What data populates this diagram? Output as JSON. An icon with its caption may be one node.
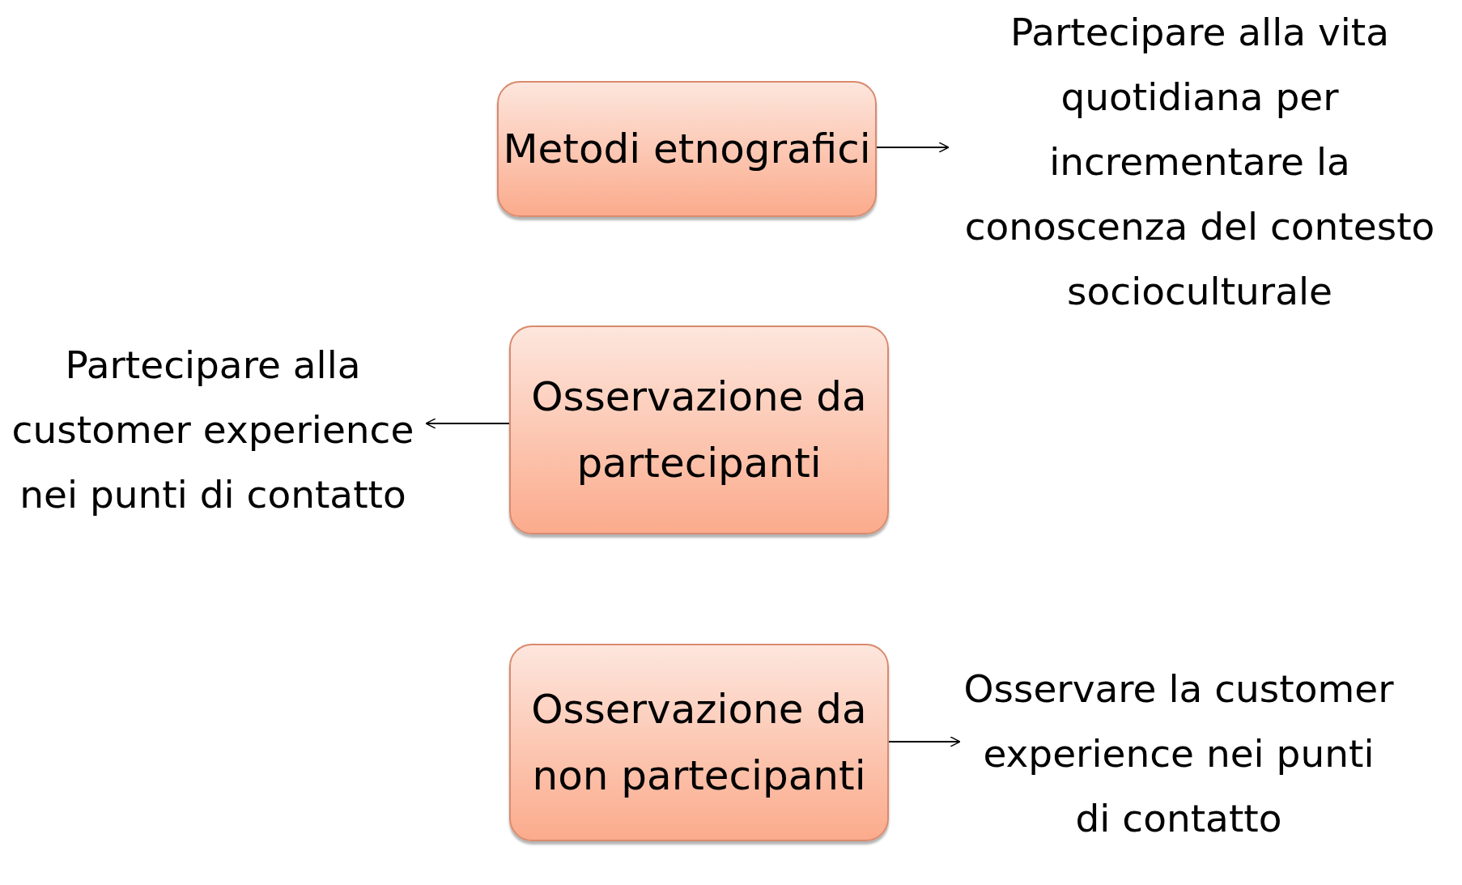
{
  "diagram": {
    "nodes": [
      {
        "text": [
          "Metodi etnografici"
        ]
      },
      {
        "text": [
          "Partecipare alla vita quotidiana per incrementare la conoscenza del contesto socioculturale"
        ]
      },
      {
        "text": [
          "Osservazione da partecipanti"
        ]
      },
      {
        "text": [
          "Partecipare alla customer experience nei punti di contatto"
        ]
      },
      {
        "text": [
          "Osservazione da non partecipanti"
        ]
      },
      {
        "text": [
          "Osservare la customer experience nei punti di contatto"
        ]
      }
    ],
    "edges": [
      {
        "from": 0,
        "to": 1,
        "arrow": "to"
      },
      {
        "from": 2,
        "to": 3,
        "arrow": "to"
      },
      {
        "from": 4,
        "to": 5,
        "arrow": "to"
      }
    ]
  }
}
